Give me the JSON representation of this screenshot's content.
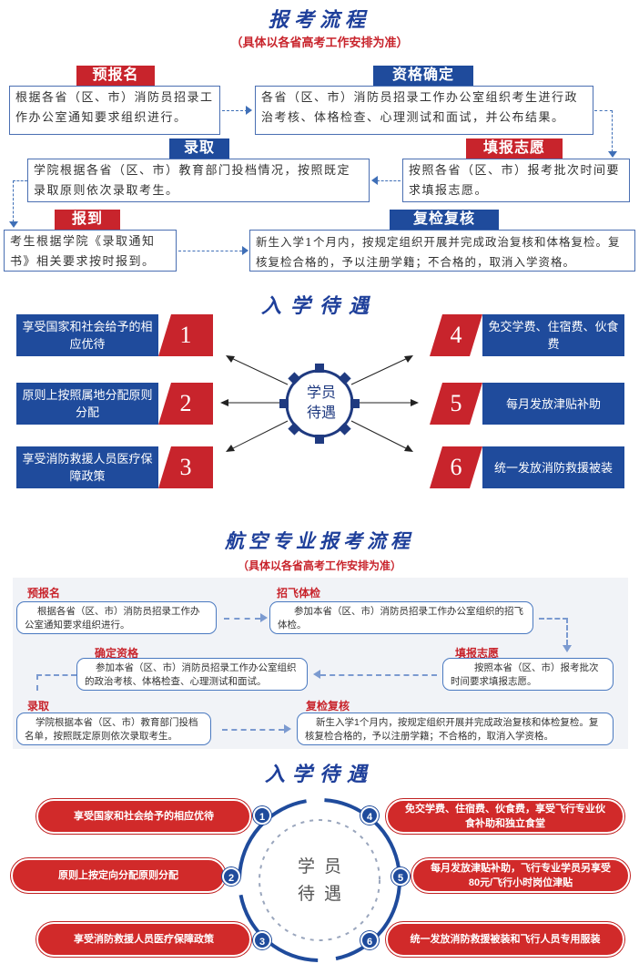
{
  "section1": {
    "title": "报考流程",
    "subtitle": "（具体以各省高考工作安排为准）",
    "steps": {
      "prereg": {
        "tag": "预报名",
        "text": "根据各省（区、市）消防员招录工作办公室通知要求组织进行。"
      },
      "qualify": {
        "tag": "资格确定",
        "text": "各省（区、市）消防员招录工作办公室组织考生进行政治考核、体格检查、心理测试和面试，并公布结果。"
      },
      "admit": {
        "tag": "录取",
        "text": "学院根据各省（区、市）教育部门投档情况，按照既定录取原则依次录取考生。"
      },
      "fill": {
        "tag": "填报志愿",
        "text": "按照各省（区、市）报考批次时间要求填报志愿。"
      },
      "report": {
        "tag": "报到",
        "text": "考生根据学院《录取通知书》相关要求按时报到。"
      },
      "recheck": {
        "tag": "复检复核",
        "text": "新生入学1个月内，按规定组织开展并完成政治复核和体格复检。复核复检合格的，予以注册学籍；不合格的，取消入学资格。"
      }
    },
    "benefits_title": "入学待遇",
    "center_label_1": "学员",
    "center_label_2": "待遇",
    "benefits": [
      {
        "num": "1",
        "text": "享受国家和社会给予的相应优待"
      },
      {
        "num": "2",
        "text": "原则上按照属地分配原则分配"
      },
      {
        "num": "3",
        "text": "享受消防救援人员医疗保障政策"
      },
      {
        "num": "4",
        "text": "免交学费、住宿费、伙食费"
      },
      {
        "num": "5",
        "text": "每月发放津贴补助"
      },
      {
        "num": "6",
        "text": "统一发放消防救援被装"
      }
    ]
  },
  "section2": {
    "title": "航空专业报考流程",
    "subtitle": "（具体以各省高考工作安排为准）",
    "steps": {
      "prereg": {
        "label": "预报名",
        "text": "根据各省（区、市）消防员招录工作办公室通知要求组织进行。"
      },
      "flight": {
        "label": "招飞体检",
        "text": "参加本省（区、市）消防员招录工作办公室组织的招飞体检。"
      },
      "qualify": {
        "label": "确定资格",
        "text": "参加本省（区、市）消防员招录工作办公室组织的政治考核、体格检查、心理测试和面试。"
      },
      "fill": {
        "label": "填报志愿",
        "text": "按照本省（区、市）报考批次时间要求填报志愿。"
      },
      "admit": {
        "label": "录取",
        "text": "学院根据本省（区、市）教育部门投档名单，按照既定原则依次录取考生。"
      },
      "recheck": {
        "label": "复检复核",
        "text": "新生入学1个月内，按规定组织开展并完成政治复核和体检复检。复核复检合格的，予以注册学籍；不合格的，取消入学资格。"
      }
    },
    "benefits_title": "入学待遇",
    "center_label_1": "学员",
    "center_label_2": "待遇",
    "benefits": [
      {
        "num": "1",
        "text": "享受国家和社会给予的相应优待"
      },
      {
        "num": "2",
        "text": "原则上按定向分配原则分配"
      },
      {
        "num": "3",
        "text": "享受消防救援人员医疗保障政策"
      },
      {
        "num": "4",
        "text": "免交学费、住宿费、伙食费，享受飞行专业伙食补助和独立食堂"
      },
      {
        "num": "5",
        "text": "每月发放津贴补助，飞行专业学员另享受80元/飞行小时岗位津贴"
      },
      {
        "num": "6",
        "text": "统一发放消防救援被装和飞行人员专用服装"
      }
    ]
  },
  "colors": {
    "blue": "#1f4b9c",
    "red": "#c8242c",
    "title_blue": "#1e3f9a"
  }
}
